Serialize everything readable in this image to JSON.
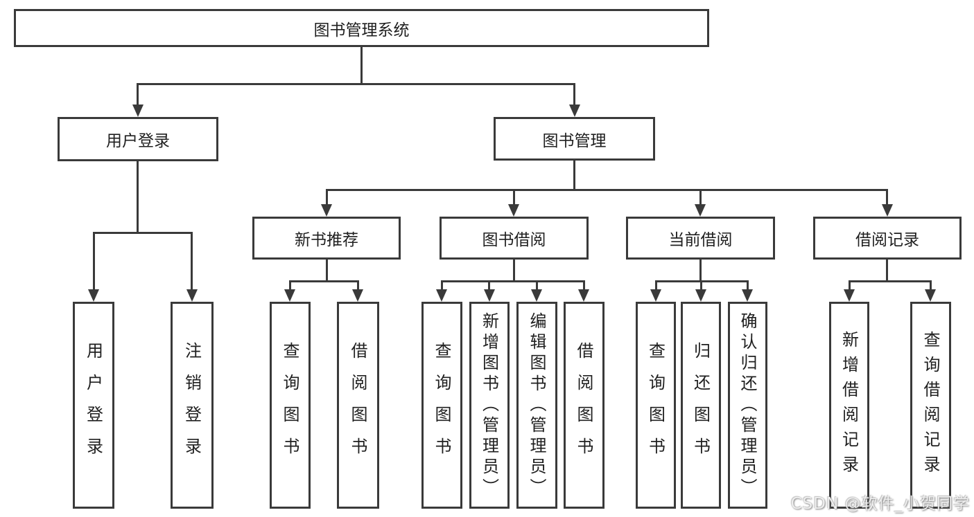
{
  "diagram": {
    "root": {
      "label": "图书管理系统"
    },
    "branches": [
      {
        "label": "用户登录",
        "children": [
          {
            "label": "用户登录"
          },
          {
            "label": "注销登录"
          }
        ]
      },
      {
        "label": "图书管理",
        "groups": [
          {
            "label": "新书推荐",
            "children": [
              {
                "label": "查询图书"
              },
              {
                "label": "借阅图书"
              }
            ]
          },
          {
            "label": "图书借阅",
            "children": [
              {
                "label": "查询图书"
              },
              {
                "label": "新增图书（管理员）"
              },
              {
                "label": "编辑图书（管理员）"
              },
              {
                "label": "借阅图书"
              }
            ]
          },
          {
            "label": "当前借阅",
            "children": [
              {
                "label": "查询图书"
              },
              {
                "label": "归还图书"
              },
              {
                "label": "确认归还（管理员）"
              }
            ]
          },
          {
            "label": "借阅记录",
            "children": [
              {
                "label": "新增借阅记录"
              },
              {
                "label": "查询借阅记录"
              }
            ]
          }
        ]
      }
    ]
  },
  "watermark": {
    "text": "CSDN @软件_小贺同学"
  },
  "colors": {
    "line": "#3a3a3a",
    "text": "#1f1f1f",
    "background": "#ffffff",
    "watermark_text": "#efefef"
  }
}
